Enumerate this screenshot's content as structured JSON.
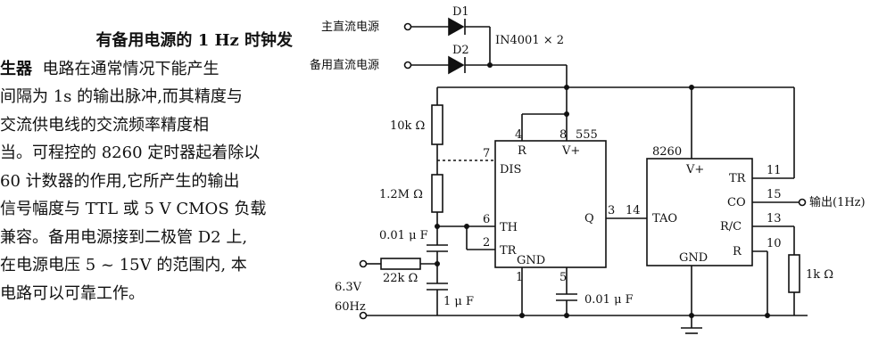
{
  "article": {
    "title": "有备用电源的 1 Hz 时钟发",
    "title_cont": "生器",
    "lines": [
      "电路在通常情况下能产生",
      "间隔为 1s 的输出脉冲,而其精度与",
      "交流供电线的交流频率精度相",
      "当。可程控的 8260 定时器起着除以",
      "60 计数器的作用,它所产生的输出",
      "信号幅度与 TTL 或 5 V CMOS 负载",
      "兼容。备用电源接到二极管 D2 上,",
      "在电源电压 5 ~ 15V 的范围内, 本",
      "电路可以可靠工作。"
    ]
  },
  "schematic": {
    "main_supply": "主直流电源",
    "backup_supply": "备用直流电源",
    "d1": "D1",
    "d2": "D2",
    "diode_type": "IN4001 × 2",
    "r1": "10k Ω",
    "r2": "1.2M Ω",
    "c1": "0.01 μ F",
    "r_ac": "22k Ω",
    "c_ac": "1 μ F",
    "ac_volt": "6.3V",
    "ac_freq": "60Hz",
    "c_ctrl": "0.01 μ F",
    "r_rc": "1k Ω",
    "output": "输出(1Hz)",
    "ic555": {
      "name": "555",
      "pins": {
        "reset": "R",
        "vcc": "V+",
        "dis": "DIS",
        "th": "TH",
        "tr": "TR",
        "q": "Q",
        "gnd": "GND"
      },
      "pin_numbers": {
        "reset": "4",
        "vcc": "8",
        "dis": "7",
        "th": "6",
        "tr": "2",
        "q": "3",
        "gnd": "1",
        "cv": "5"
      }
    },
    "ic8260": {
      "name": "8260",
      "pins": {
        "vcc": "V+",
        "tao": "TAO",
        "gnd": "GND",
        "tr": "TR",
        "co": "CO",
        "rc": "R/C",
        "r": "R"
      },
      "pin_numbers": {
        "tao": "14",
        "tr": "11",
        "co": "15",
        "rc": "13",
        "r": "10"
      }
    }
  }
}
